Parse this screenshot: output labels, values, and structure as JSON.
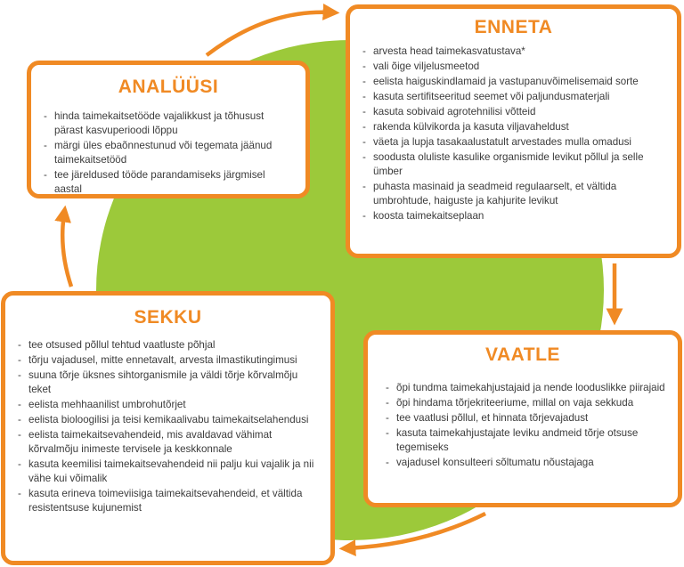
{
  "colors": {
    "accent": "#f08a24",
    "circle": "#9cc93a",
    "text": "#3b3b3b"
  },
  "enneta": {
    "title": "ENNETA",
    "items": [
      "arvesta head taimekasvatustava*",
      "vali õige viljelusmeetod",
      "eelista haiguskindlamaid ja vastupanuvõimelisemaid sorte",
      "kasuta sertifitseeritud seemet või paljundusmaterjali",
      "kasuta sobivaid agrotehnilisi võtteid",
      "rakenda külvikorda ja kasuta viljavaheldust",
      "väeta ja lupja tasakaalustatult arvestades mulla omadusi",
      "soodusta oluliste kasulike organismide levikut põllul ja selle ümber",
      "puhasta masinaid ja seadmeid regulaarselt, et vältida umbrohtude, haiguste ja kahjurite levikut",
      "koosta taimekaitseplaan"
    ]
  },
  "analyysi": {
    "title": "ANALÜÜSI",
    "items": [
      "hinda taimekaitsetööde vajalikkust ja tõhusust pärast kasvuperioodi lõppu",
      "märgi üles ebaõnnestunud või tegemata jäänud taimekaitsetööd",
      "tee järeldused tööde parandamiseks järgmisel aastal"
    ]
  },
  "sekku": {
    "title": "SEKKU",
    "items": [
      "tee otsused põllul tehtud vaatluste põhjal",
      "tõrju vajadusel, mitte ennetavalt, arvesta ilmastikutingimusi",
      "suuna tõrje üksnes sihtorganismile ja väldi tõrje kõrvalmõju teket",
      "eelista mehhaanilist umbrohutõrjet",
      "eelista bioloogilisi ja teisi kemikaalivabu taimekaitselahendusi",
      "eelista taimekaitsevahendeid, mis avaldavad vähimat kõrvalmõju inimeste tervisele ja keskkonnale",
      "kasuta keemilisi taimekaitsevahendeid nii palju kui vajalik ja nii vähe kui võimalik",
      "kasuta erineva toimeviisiga taimekaitsevahendeid, et vältida resistentsuse kujunemist"
    ]
  },
  "vaatle": {
    "title": "VAATLE",
    "items": [
      "õpi tundma taimekahjustajaid ja nende looduslikke piirajaid",
      "õpi hindama tõrjekriteeriume, millal on vaja sekkuda",
      "tee vaatlusi põllul, et hinnata tõrjevajadust",
      "kasuta taimekahjustajate leviku andmeid tõrje otsuse tegemiseks",
      "vajadusel konsulteeri sõltumatu nõustajaga"
    ]
  }
}
